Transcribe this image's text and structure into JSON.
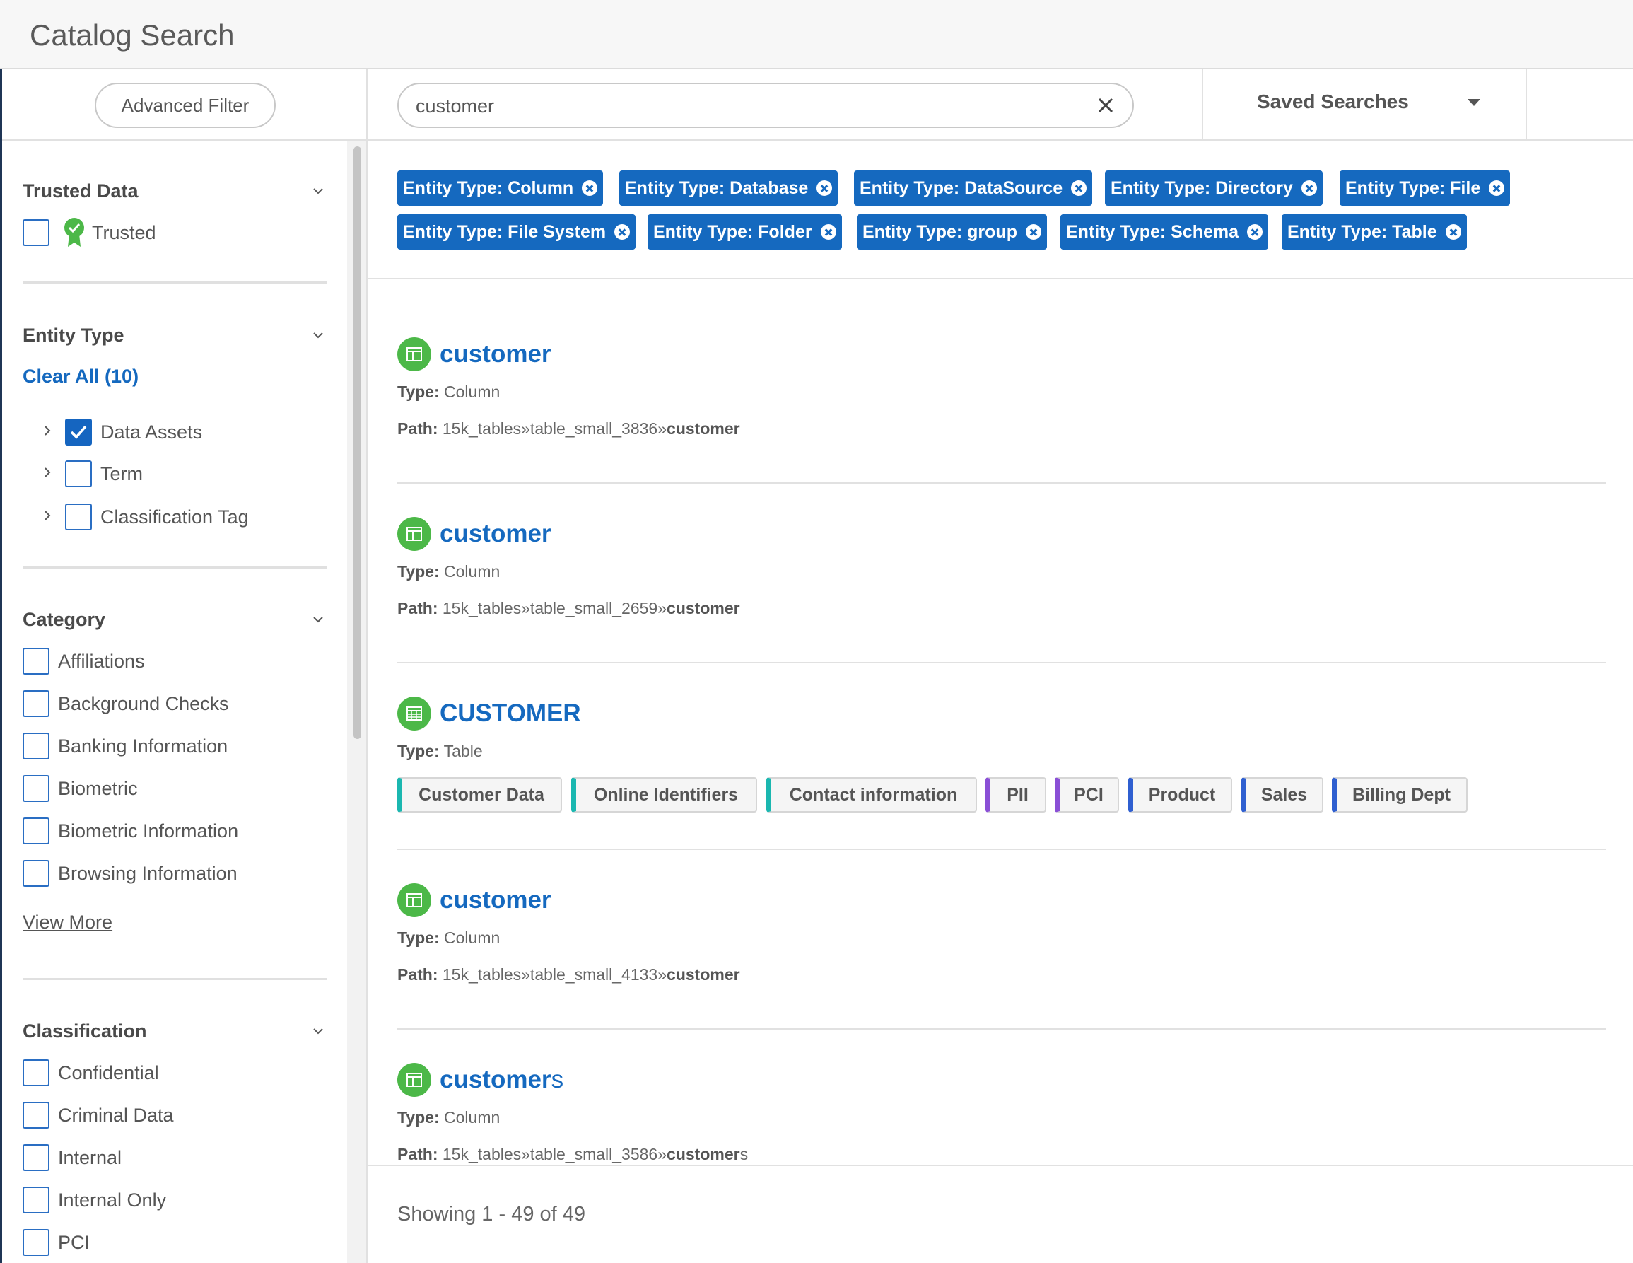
{
  "page": {
    "title": "Catalog Search"
  },
  "sidebar": {
    "advanced_filter_label": "Advanced Filter",
    "trusted": {
      "title": "Trusted Data",
      "option_label": "Trusted",
      "checked": false
    },
    "entity_type": {
      "title": "Entity Type",
      "clear_all": "Clear All (10)",
      "items": [
        {
          "label": "Data Assets",
          "checked": true
        },
        {
          "label": "Term",
          "checked": false
        },
        {
          "label": "Classification Tag",
          "checked": false
        }
      ]
    },
    "category": {
      "title": "Category",
      "items": [
        {
          "label": "Affiliations",
          "checked": false
        },
        {
          "label": "Background Checks",
          "checked": false
        },
        {
          "label": "Banking Information",
          "checked": false
        },
        {
          "label": "Biometric",
          "checked": false
        },
        {
          "label": "Biometric Information",
          "checked": false
        },
        {
          "label": "Browsing Information",
          "checked": false
        }
      ],
      "view_more": "View More"
    },
    "classification": {
      "title": "Classification",
      "items": [
        {
          "label": "Confidential",
          "checked": false
        },
        {
          "label": "Criminal Data",
          "checked": false
        },
        {
          "label": "Internal",
          "checked": false
        },
        {
          "label": "Internal Only",
          "checked": false
        },
        {
          "label": "PCI",
          "checked": false
        }
      ]
    }
  },
  "search": {
    "value": "customer",
    "clear_icon": "close-icon"
  },
  "saved_searches": {
    "label": "Saved Searches"
  },
  "filters": [
    "Entity Type: Column",
    "Entity Type: Database",
    "Entity Type: DataSource",
    "Entity Type: Directory",
    "Entity Type: File",
    "Entity Type: File System",
    "Entity Type: Folder",
    "Entity Type: group",
    "Entity Type: Schema",
    "Entity Type: Table"
  ],
  "results": [
    {
      "name": "customer",
      "name_suffix": "",
      "type_label": "Type:",
      "type": "Column",
      "path_label": "Path:",
      "path_prefix": "15k_tables»table_small_3836»",
      "path_bold": "customer",
      "path_suffix": "",
      "icon": "column-icon"
    },
    {
      "name": "customer",
      "name_suffix": "",
      "type_label": "Type:",
      "type": "Column",
      "path_label": "Path:",
      "path_prefix": "15k_tables»table_small_2659»",
      "path_bold": "customer",
      "path_suffix": "",
      "icon": "column-icon"
    },
    {
      "name": "CUSTOMER",
      "name_suffix": "",
      "type_label": "Type:",
      "type": "Table",
      "icon": "table-icon",
      "tags": [
        {
          "label": "Customer Data",
          "color": "#1bb7b0"
        },
        {
          "label": "Online Identifiers",
          "color": "#1bb7b0"
        },
        {
          "label": "Contact information",
          "color": "#1bb7b0"
        },
        {
          "label": "PII",
          "color": "#8a4fd6"
        },
        {
          "label": "PCI",
          "color": "#8a4fd6"
        },
        {
          "label": "Product",
          "color": "#2f5fd0"
        },
        {
          "label": "Sales",
          "color": "#2f5fd0"
        },
        {
          "label": "Billing Dept",
          "color": "#2f5fd0"
        }
      ]
    },
    {
      "name": "customer",
      "name_suffix": "",
      "type_label": "Type:",
      "type": "Column",
      "path_label": "Path:",
      "path_prefix": "15k_tables»table_small_4133»",
      "path_bold": "customer",
      "path_suffix": "",
      "icon": "column-icon"
    },
    {
      "name": "customer",
      "name_suffix": "s",
      "type_label": "Type:",
      "type": "Column",
      "path_label": "Path:",
      "path_prefix": "15k_tables»table_small_3586»",
      "path_bold": "customer",
      "path_suffix": "s",
      "icon": "column-icon"
    }
  ],
  "footer": {
    "showing": "Showing 1 - 49 of 49"
  },
  "colors": {
    "accent": "#1569bf",
    "icon_green": "#4cb848",
    "checkbox": "#2a6ec3"
  }
}
